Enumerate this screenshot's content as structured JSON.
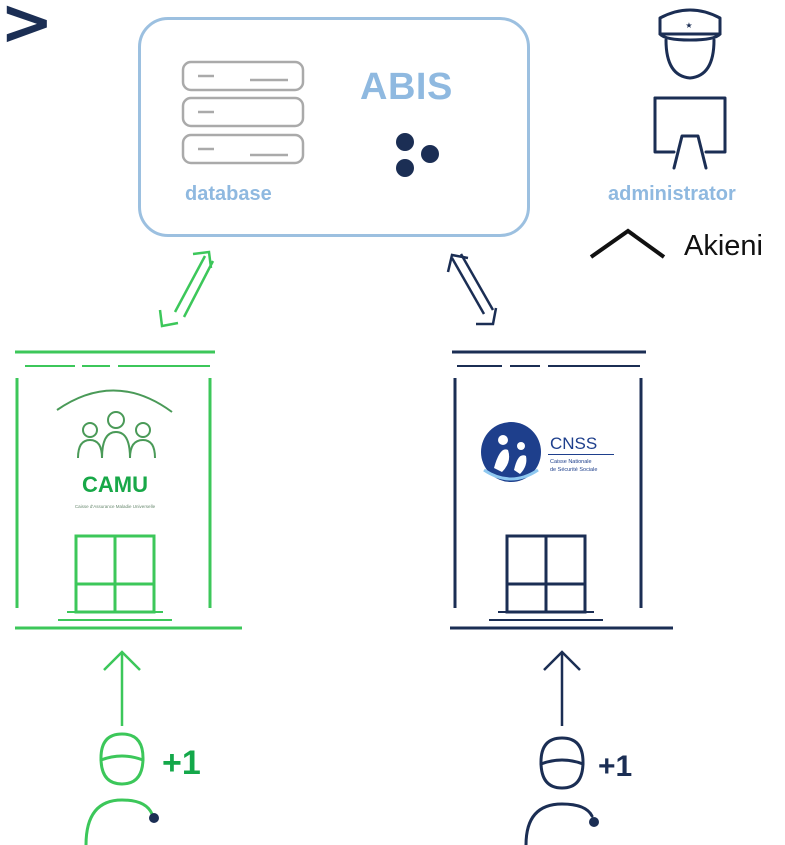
{
  "header": {
    "chevron": ">"
  },
  "server": {
    "title": "ABIS",
    "database_label": "database"
  },
  "admin": {
    "label": "administrator",
    "brand": "Akieni"
  },
  "buildings": [
    {
      "name": "CAMU",
      "subtitle": "Caisse d'Assurance Maladie Universelle",
      "color": "#3cc75a"
    },
    {
      "name": "CNSS",
      "subtitle_line1": "Caisse Nationale",
      "subtitle_line2": "de Sécurité Sociale",
      "color": "#1b2e54"
    }
  ],
  "users": [
    {
      "badge": "+1",
      "color": "#14a84a"
    },
    {
      "badge": "+1",
      "color": "#1b2e54"
    }
  ],
  "colors": {
    "light_blue": "#9cc0e0",
    "green": "#3cc75a",
    "navy": "#1b2e54",
    "server_gray": "#aaaaaa"
  }
}
